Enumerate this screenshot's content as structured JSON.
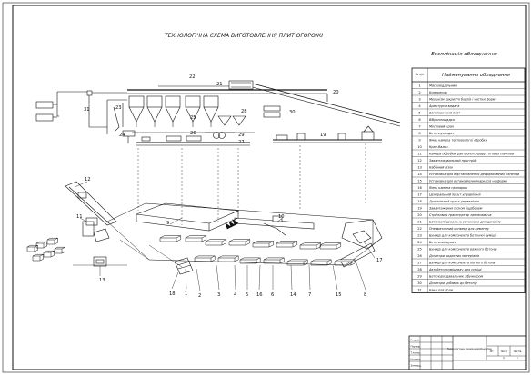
{
  "title": "ТЕХНОЛОГІЧНА СХЕМА ВИГОТОВЛЕННЯ ПЛИТ ОГОРОЖІ",
  "legend": {
    "title": "Експлікація обладнання",
    "col_num": "№ п/п",
    "col_name": "Найменування обладнання",
    "items": [
      {
        "n": "1",
        "name": "Масловіддільник"
      },
      {
        "n": "2",
        "name": "Компресор"
      },
      {
        "n": "3",
        "name": "Механізм закриття бортів і чистки форм"
      },
      {
        "n": "4",
        "name": "Арматурна видача"
      },
      {
        "n": "5",
        "name": "Заготовочний пост"
      },
      {
        "n": "6",
        "name": "Віброплощадка"
      },
      {
        "n": "7",
        "name": "Мостовий кран"
      },
      {
        "n": "8",
        "name": "Бетоноукладач"
      },
      {
        "n": "9",
        "name": "Ямна камера тепловологої обробки"
      },
      {
        "n": "10",
        "name": "Кран-балка"
      },
      {
        "n": "11",
        "name": "Камера обробки фактурного шару готових панелей"
      },
      {
        "n": "12",
        "name": "Завантажувальний пристрій"
      },
      {
        "n": "13",
        "name": "Кабінний візок"
      },
      {
        "n": "14",
        "name": "Установка для відстановлення деформованих панелей"
      },
      {
        "n": "15",
        "name": "Установка для встановлення каркасів на формі"
      },
      {
        "n": "16",
        "name": "Ямна камера пропарки"
      },
      {
        "n": "17",
        "name": "Центральний пульт управління"
      },
      {
        "n": "18",
        "name": "Допоміжний пульт управління"
      },
      {
        "n": "19",
        "name": "Завантаження піском і щебенем"
      },
      {
        "n": "20",
        "name": "Стрічковий транспортер заповнювача"
      },
      {
        "n": "21",
        "name": "Бетонозмішувальна установка для цементу"
      },
      {
        "n": "22",
        "name": "Пневматичний конвеєр для цементу"
      },
      {
        "n": "23",
        "name": "Бункер для компонентів бетонної суміші"
      },
      {
        "n": "24",
        "name": "Бетонозмішувач"
      },
      {
        "n": "25",
        "name": "Бункер для компонентів важкого бетону"
      },
      {
        "n": "26",
        "name": "Дозатори видатних матеріалів"
      },
      {
        "n": "27",
        "name": "Бункер для компонентів легкого бетону"
      },
      {
        "n": "28",
        "name": "Автобетонозмішувач для суміші"
      },
      {
        "n": "29",
        "name": "Бетонороздавальник з бункером"
      },
      {
        "n": "30",
        "name": "Дозатори добавок до бетону"
      },
      {
        "n": "31",
        "name": "Баки для води"
      }
    ]
  },
  "callouts": {
    "n22": "22",
    "n21": "21",
    "n20": "20",
    "n31": "31",
    "n23": "23",
    "n25": "25",
    "n28": "28",
    "n30": "30",
    "n24": "24",
    "n26": "26",
    "n29": "29",
    "n27": "27",
    "n19": "19",
    "n12": "12",
    "n11": "11",
    "n9": "9",
    "n10": "10",
    "n17": "17",
    "n13": "13",
    "n18": "18",
    "n1": "1",
    "n2": "2",
    "n3": "3",
    "n4": "4",
    "n5": "5",
    "n16": "16",
    "n6": "6",
    "n14": "14",
    "n7": "7",
    "n15": "15",
    "n8": "8"
  },
  "title_block": {
    "drawing_name": "Технологічна схема виробництва",
    "sheet_label": "Лист",
    "sheets_label": "Листів",
    "stage_label": "Літ.",
    "sheet_num": "1",
    "sheets_total": "1",
    "left_rows": [
      "Розроб.",
      "Перевір.",
      "Т.контр.",
      "Н.контр.",
      "Затверд."
    ]
  }
}
